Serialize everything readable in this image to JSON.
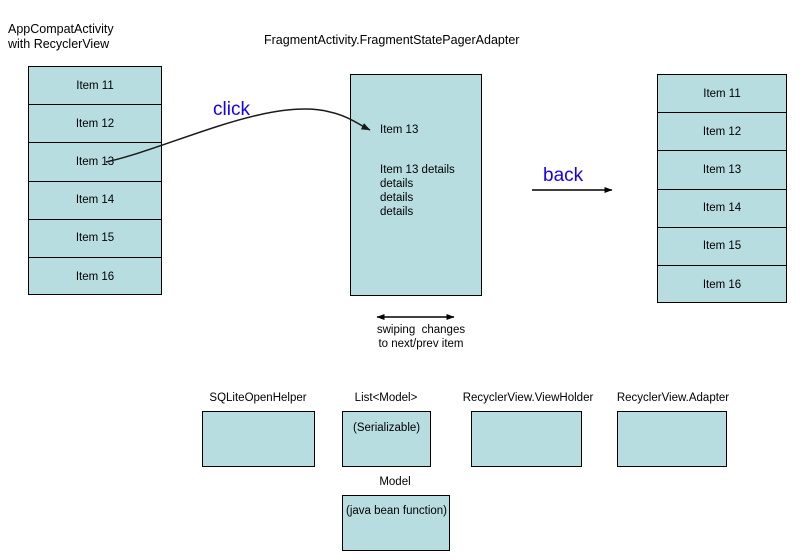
{
  "diagram": {
    "title_left": "AppCompatActivity\nwith RecyclerView",
    "title_center": "FragmentActivity.FragmentStatePagerAdapter"
  },
  "colors": {
    "box_fill": "#b7dde1",
    "box_stroke": "#000000",
    "annotation": "#1500ee",
    "text": "#000000",
    "background": "#ffffff"
  },
  "left_list": {
    "name": "recyclerview-list-left",
    "items": [
      "Item 11",
      "Item 12",
      "Item 13",
      "Item 14",
      "Item 15",
      "Item 16"
    ]
  },
  "right_list": {
    "name": "recyclerview-list-right",
    "items": [
      "Item 11",
      "Item 12",
      "Item 13",
      "Item 14",
      "Item 15",
      "Item 16"
    ]
  },
  "center_panel": {
    "heading": "Item 13",
    "details": "Item 13 details\ndetails\ndetails\ndetails"
  },
  "annotations": {
    "click": "click",
    "back": "back",
    "swipe_note": "swiping  changes\nto next/prev item"
  },
  "bottom_boxes": [
    {
      "label": "SQLiteOpenHelper",
      "inner": ""
    },
    {
      "label": "List<Model>",
      "inner": "(Serializable)"
    },
    {
      "label": "RecyclerView.ViewHolder",
      "inner": ""
    },
    {
      "label": "RecyclerView.Adapter",
      "inner": ""
    }
  ],
  "model_box": {
    "label": "Model",
    "inner": "(java bean function)"
  }
}
